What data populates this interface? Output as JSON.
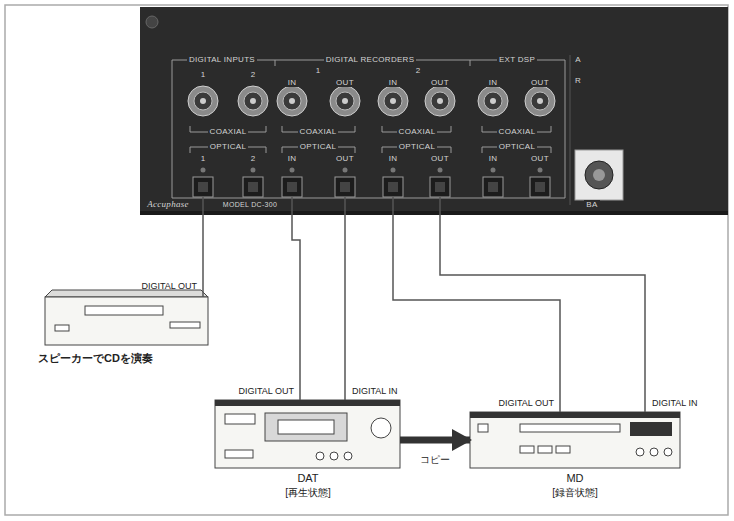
{
  "diagram": {
    "nodes": [
      {
        "text": [
          "DIGITAL INPUTS",
          "1",
          "2",
          "DIGITAL RECORDERS",
          "1",
          "2",
          "EXT DSP",
          "IN",
          "OUT",
          "IN",
          "OUT",
          "IN",
          "OUT",
          "COAXIAL",
          "COAXIAL",
          "COAXIAL",
          "COAXIAL",
          "OPTICAL",
          "OPTICAL",
          "OPTICAL",
          "OPTICAL",
          "1",
          "2",
          "IN",
          "OUT",
          "IN",
          "OUT",
          "IN",
          "OUT",
          "Accuphase",
          "MODEL DC-300",
          "A",
          "R",
          "BA"
        ]
      },
      {
        "text": [
          "DIGITAL OUT",
          "スピーカーでCDを演奏"
        ]
      },
      {
        "text": [
          "DIGITAL OUT",
          "DIGITAL IN",
          "DAT",
          "[再生状態]"
        ]
      },
      {
        "text": [
          "DIGITAL OUT",
          "DIGITAL IN",
          "MD",
          "[録音状態]"
        ]
      }
    ],
    "edges": [
      {
        "from": 1,
        "to": 0,
        "arrow": "none"
      },
      {
        "from": 2,
        "to": 0,
        "arrow": "none"
      },
      {
        "from": 0,
        "to": 2,
        "arrow": "none"
      },
      {
        "from": 3,
        "to": 0,
        "arrow": "none"
      },
      {
        "from": 0,
        "to": 3,
        "arrow": "none"
      },
      {
        "from": 2,
        "to": 3,
        "label": "コピー",
        "arrow": "to"
      }
    ]
  }
}
